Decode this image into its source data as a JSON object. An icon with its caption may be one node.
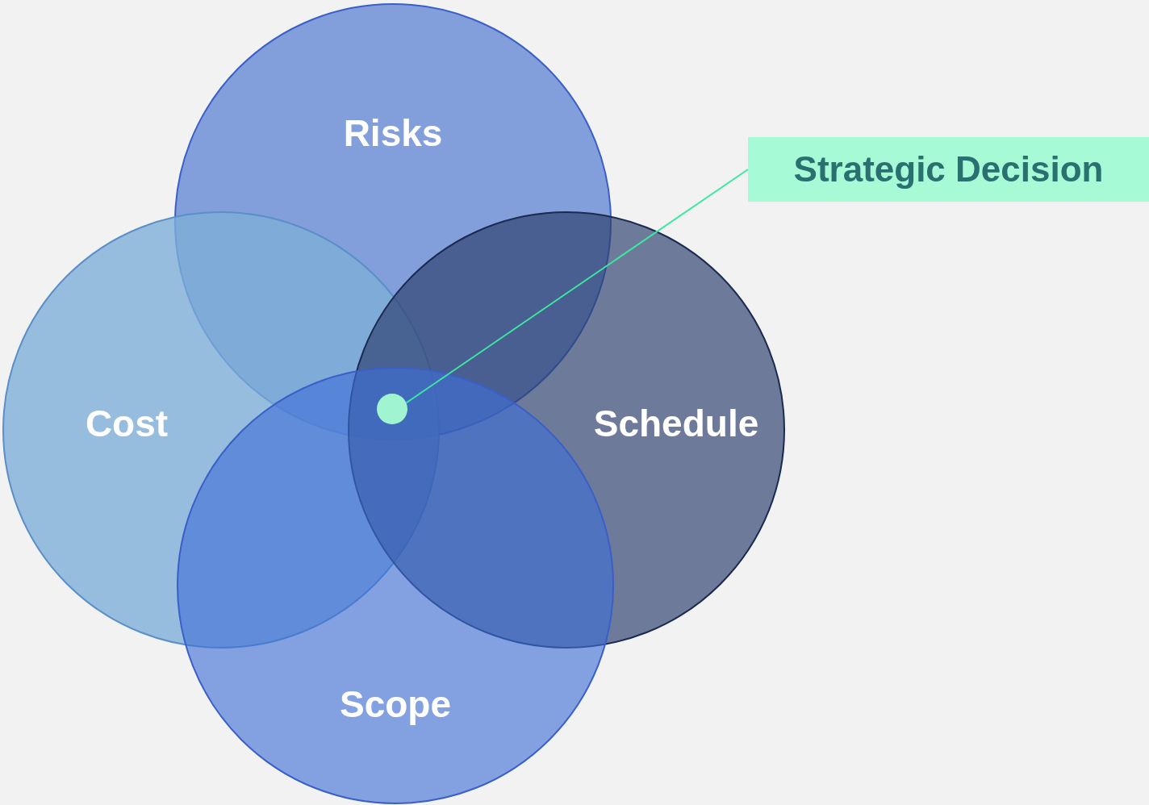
{
  "diagram": {
    "nodes": [
      {
        "text": [
          "Risks"
        ]
      },
      {
        "text": [
          "Strategic Decision"
        ]
      },
      {
        "text": [
          "Cost"
        ]
      },
      {
        "text": [],
        "shape": "circle"
      },
      {
        "text": [
          "Schedule"
        ]
      },
      {
        "text": [
          "Scope"
        ]
      }
    ],
    "edges": [
      {
        "from": 1,
        "to": 3,
        "arrow": "none"
      }
    ]
  }
}
